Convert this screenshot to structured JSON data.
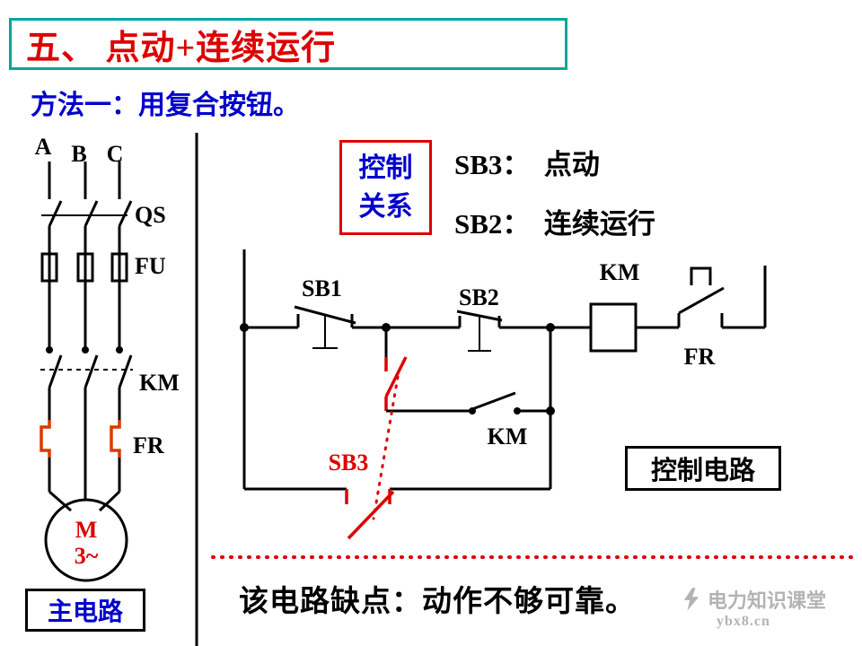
{
  "slide": {
    "title": "五、 点动+连续运行",
    "subtitle": "方法一：用复合按钮。",
    "footer_note": "该电路缺点：动作不够可靠。"
  },
  "main_circuit": {
    "phases": [
      "A",
      "B",
      "C"
    ],
    "qs_label": "QS",
    "fu_label": "FU",
    "km_label": "KM",
    "fr_label": "FR",
    "motor_line1": "M",
    "motor_line2": "3~",
    "caption": "主电路"
  },
  "control_circuit": {
    "relation_box_line1": "控制",
    "relation_box_line2": "关系",
    "note_sb3": "SB3：  点动",
    "note_sb2": "SB2：  连续运行",
    "sb1_label": "SB1",
    "sb2_label": "SB2",
    "km_coil_label": "KM",
    "fr_label": "FR",
    "km_aux_label": "KM",
    "sb3_label": "SB3",
    "caption": "控制电路"
  },
  "watermark": {
    "brand": "电力知识课堂",
    "site": "ybx8.cn"
  },
  "colors": {
    "title_red": "#dd0000",
    "blue_text": "#0000cc",
    "box_teal": "#00a79d",
    "sb3_red": "#dd0000",
    "heater_orange": "#d93a00",
    "wire_black": "#000000",
    "watermark_gray": "#b3b3b3"
  }
}
